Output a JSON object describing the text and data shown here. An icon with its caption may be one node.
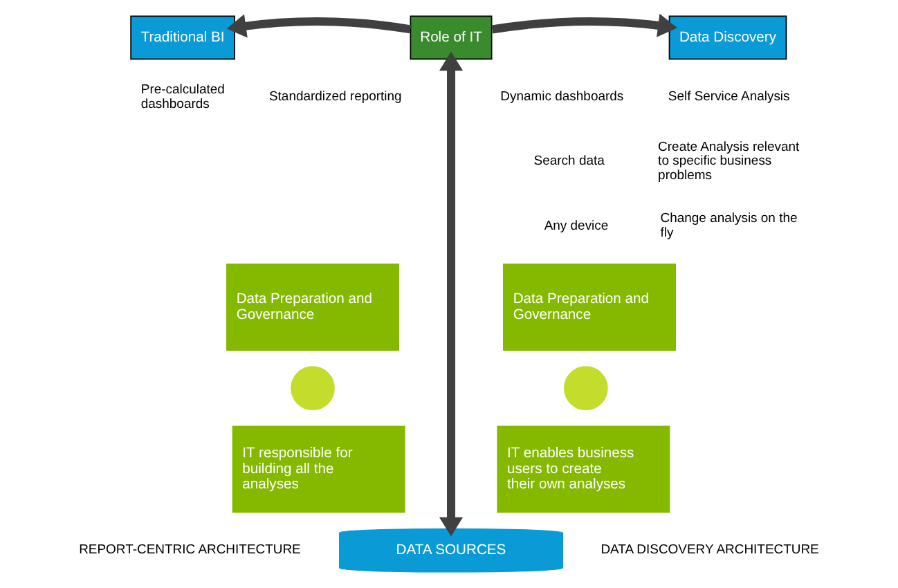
{
  "diagram": {
    "nodes": [
      {
        "text": [
          "Traditional BI"
        ],
        "beside": [
          "Pre-calculated dashboards"
        ]
      },
      {
        "text": [
          "Role of IT"
        ]
      },
      {
        "text": [
          "Data Discovery"
        ],
        "beside": [
          "Self Service Analysis",
          "Create Analysis relevant to specific business problems",
          "Change analysis on the fly"
        ]
      },
      {
        "text": [
          "Data Preparation and Governance"
        ]
      },
      {
        "text": [],
        "shape": "circle"
      },
      {
        "text": [
          "IT responsible for building all the analyses"
        ]
      },
      {
        "text": [
          "Data Preparation and Governance"
        ]
      },
      {
        "text": [],
        "shape": "circle"
      },
      {
        "text": [
          "IT enables business users to create their own analyses"
        ]
      },
      {
        "text": [
          "DATA SOURCES"
        ]
      }
    ],
    "edges": [
      {
        "from": 1,
        "to": 0,
        "arrow": "to"
      },
      {
        "from": 1,
        "to": 2,
        "arrow": "to"
      },
      {
        "from": 1,
        "to": 9,
        "arrow": "both"
      }
    ],
    "labels": [
      "Standardized reporting",
      "Dynamic dashboards",
      "Search data",
      "Any device",
      "REPORT-CENTRIC ARCHITECTURE",
      "DATA DISCOVERY ARCHITECTURE"
    ]
  }
}
